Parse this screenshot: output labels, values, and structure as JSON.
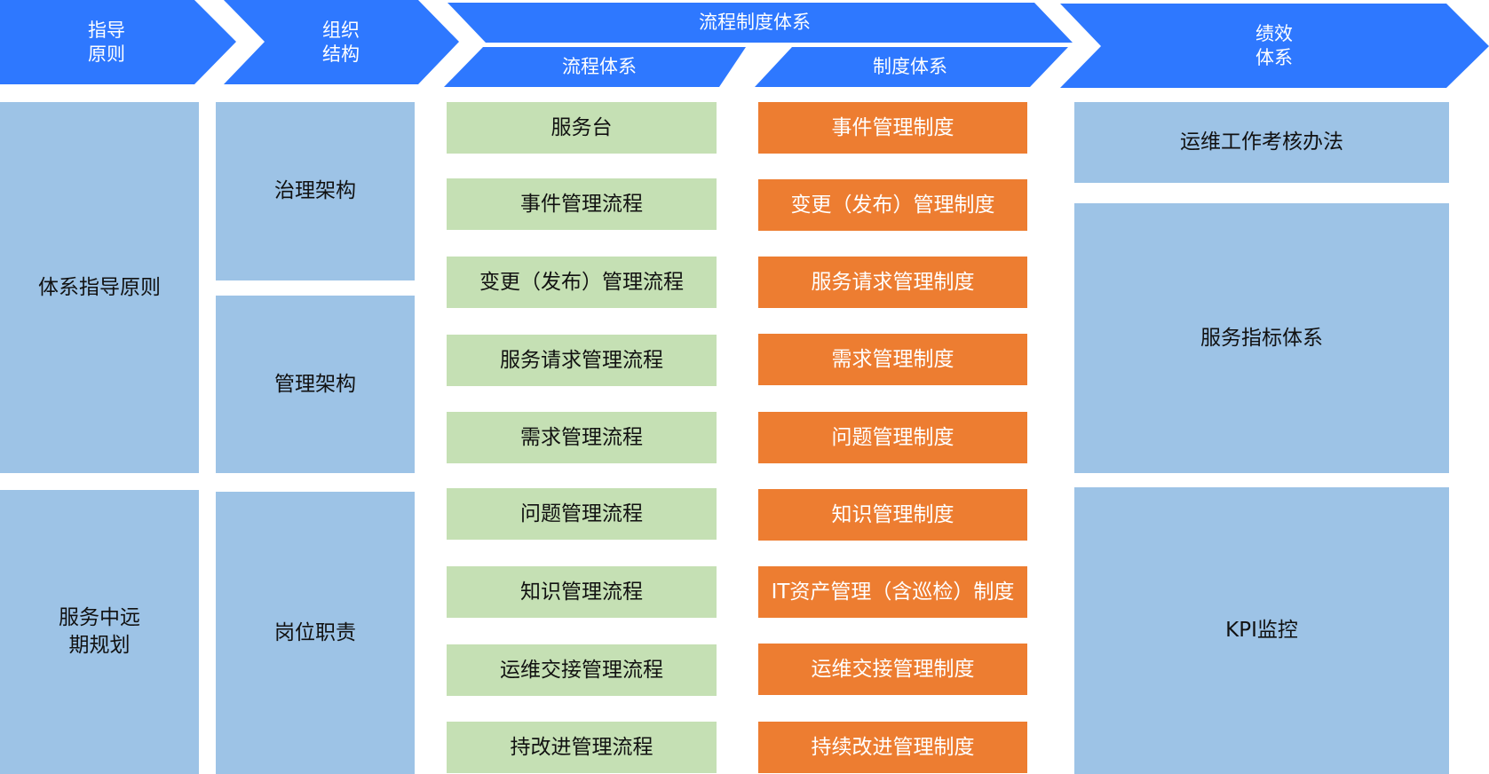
{
  "colors": {
    "header": "#2e78ff",
    "category": "#9dc3e6",
    "process": "#c5e0b4",
    "policy": "#ed7d31"
  },
  "header": {
    "guiding": "指导\n原则",
    "org": "组织\n结构",
    "process_policy": "流程制度体系",
    "process": "流程体系",
    "policy": "制度体系",
    "performance": "绩效\n体系"
  },
  "guiding": [
    "体系指导原则",
    "服务中远\n期规划"
  ],
  "org": [
    "治理架构",
    "管理架构",
    "岗位职责"
  ],
  "processes": [
    "服务台",
    "事件管理流程",
    "变更（发布）管理流程",
    "服务请求管理流程",
    "需求管理流程",
    "问题管理流程",
    "知识管理流程",
    "运维交接管理流程",
    "持改进管理流程"
  ],
  "policies": [
    "事件管理制度",
    "变更（发布）管理制度",
    "服务请求管理制度",
    "需求管理制度",
    "问题管理制度",
    "知识管理制度",
    "IT资产管理（含巡检）制度",
    "运维交接管理制度",
    "持续改进管理制度"
  ],
  "performance": [
    "运维工作考核办法",
    "服务指标体系",
    "KPI监控"
  ]
}
